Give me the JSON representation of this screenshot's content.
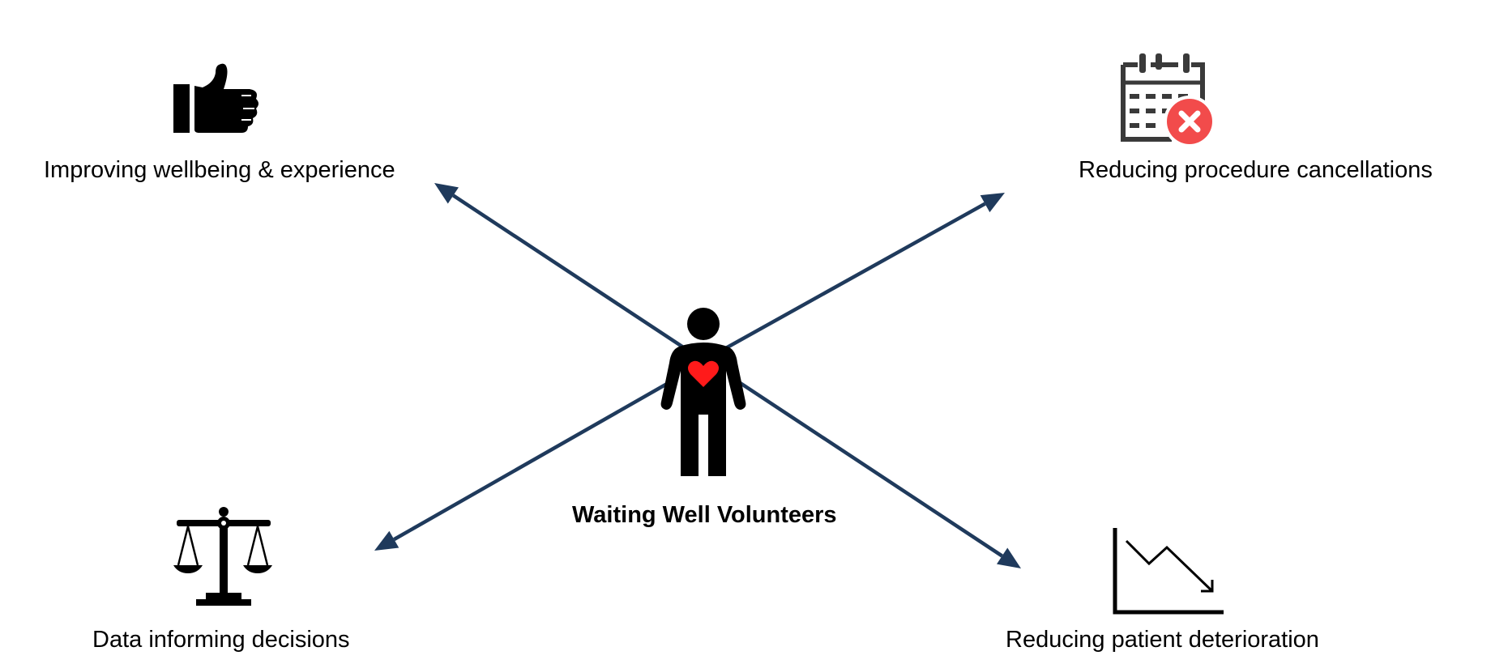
{
  "center": {
    "label": "Waiting Well Volunteers",
    "icon": "person-heart-icon"
  },
  "outcomes": [
    {
      "id": "top-left",
      "label": "Improving wellbeing & experience",
      "icon": "thumbs-up-icon"
    },
    {
      "id": "top-right",
      "label": "Reducing procedure cancellations",
      "icon": "calendar-cancel-icon"
    },
    {
      "id": "bottom-left",
      "label": "Data informing decisions",
      "icon": "scales-icon"
    },
    {
      "id": "bottom-right",
      "label": "Reducing patient deterioration",
      "icon": "downward-trend-chart-icon"
    }
  ],
  "colors": {
    "arrow": "#1f3a5c",
    "heart": "#ff1a1a",
    "cancel_badge": "#f24b4b",
    "calendar": "#3a3a3a",
    "icon": "#000000"
  }
}
